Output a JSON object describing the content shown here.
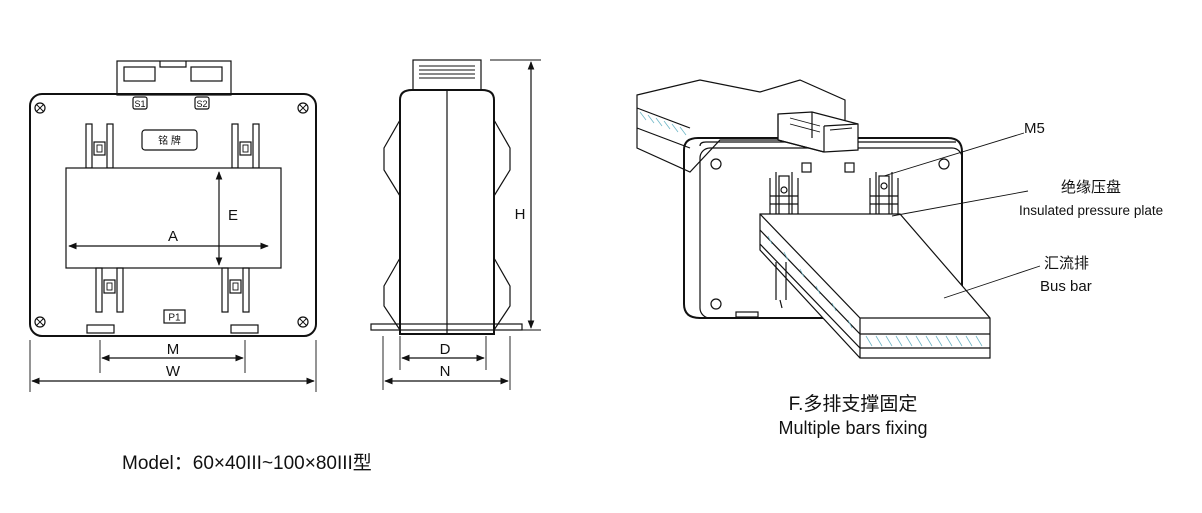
{
  "front_view": {
    "terminal_s1": "S1",
    "terminal_s2": "S2",
    "nameplate": "铭 牌",
    "label_a": "A",
    "label_e": "E",
    "terminal_p1": "P1",
    "label_m": "M",
    "label_w": "W"
  },
  "side_view": {
    "label_h": "H",
    "label_d": "D",
    "label_n": "N"
  },
  "model_caption": "Model：60×40III~100×80III型",
  "fixing_view": {
    "callout_m5": "M5",
    "callout_insulated_cn": "绝缘压盘",
    "callout_insulated_en": "Insulated pressure plate",
    "callout_busbar_cn": "汇流排",
    "callout_busbar_en": "Bus bar",
    "caption_cn": "F.多排支撑固定",
    "caption_en": "Multiple bars fixing"
  },
  "colors": {
    "line": "#111111",
    "hatch": "#6fb7c7",
    "background": "#ffffff"
  }
}
